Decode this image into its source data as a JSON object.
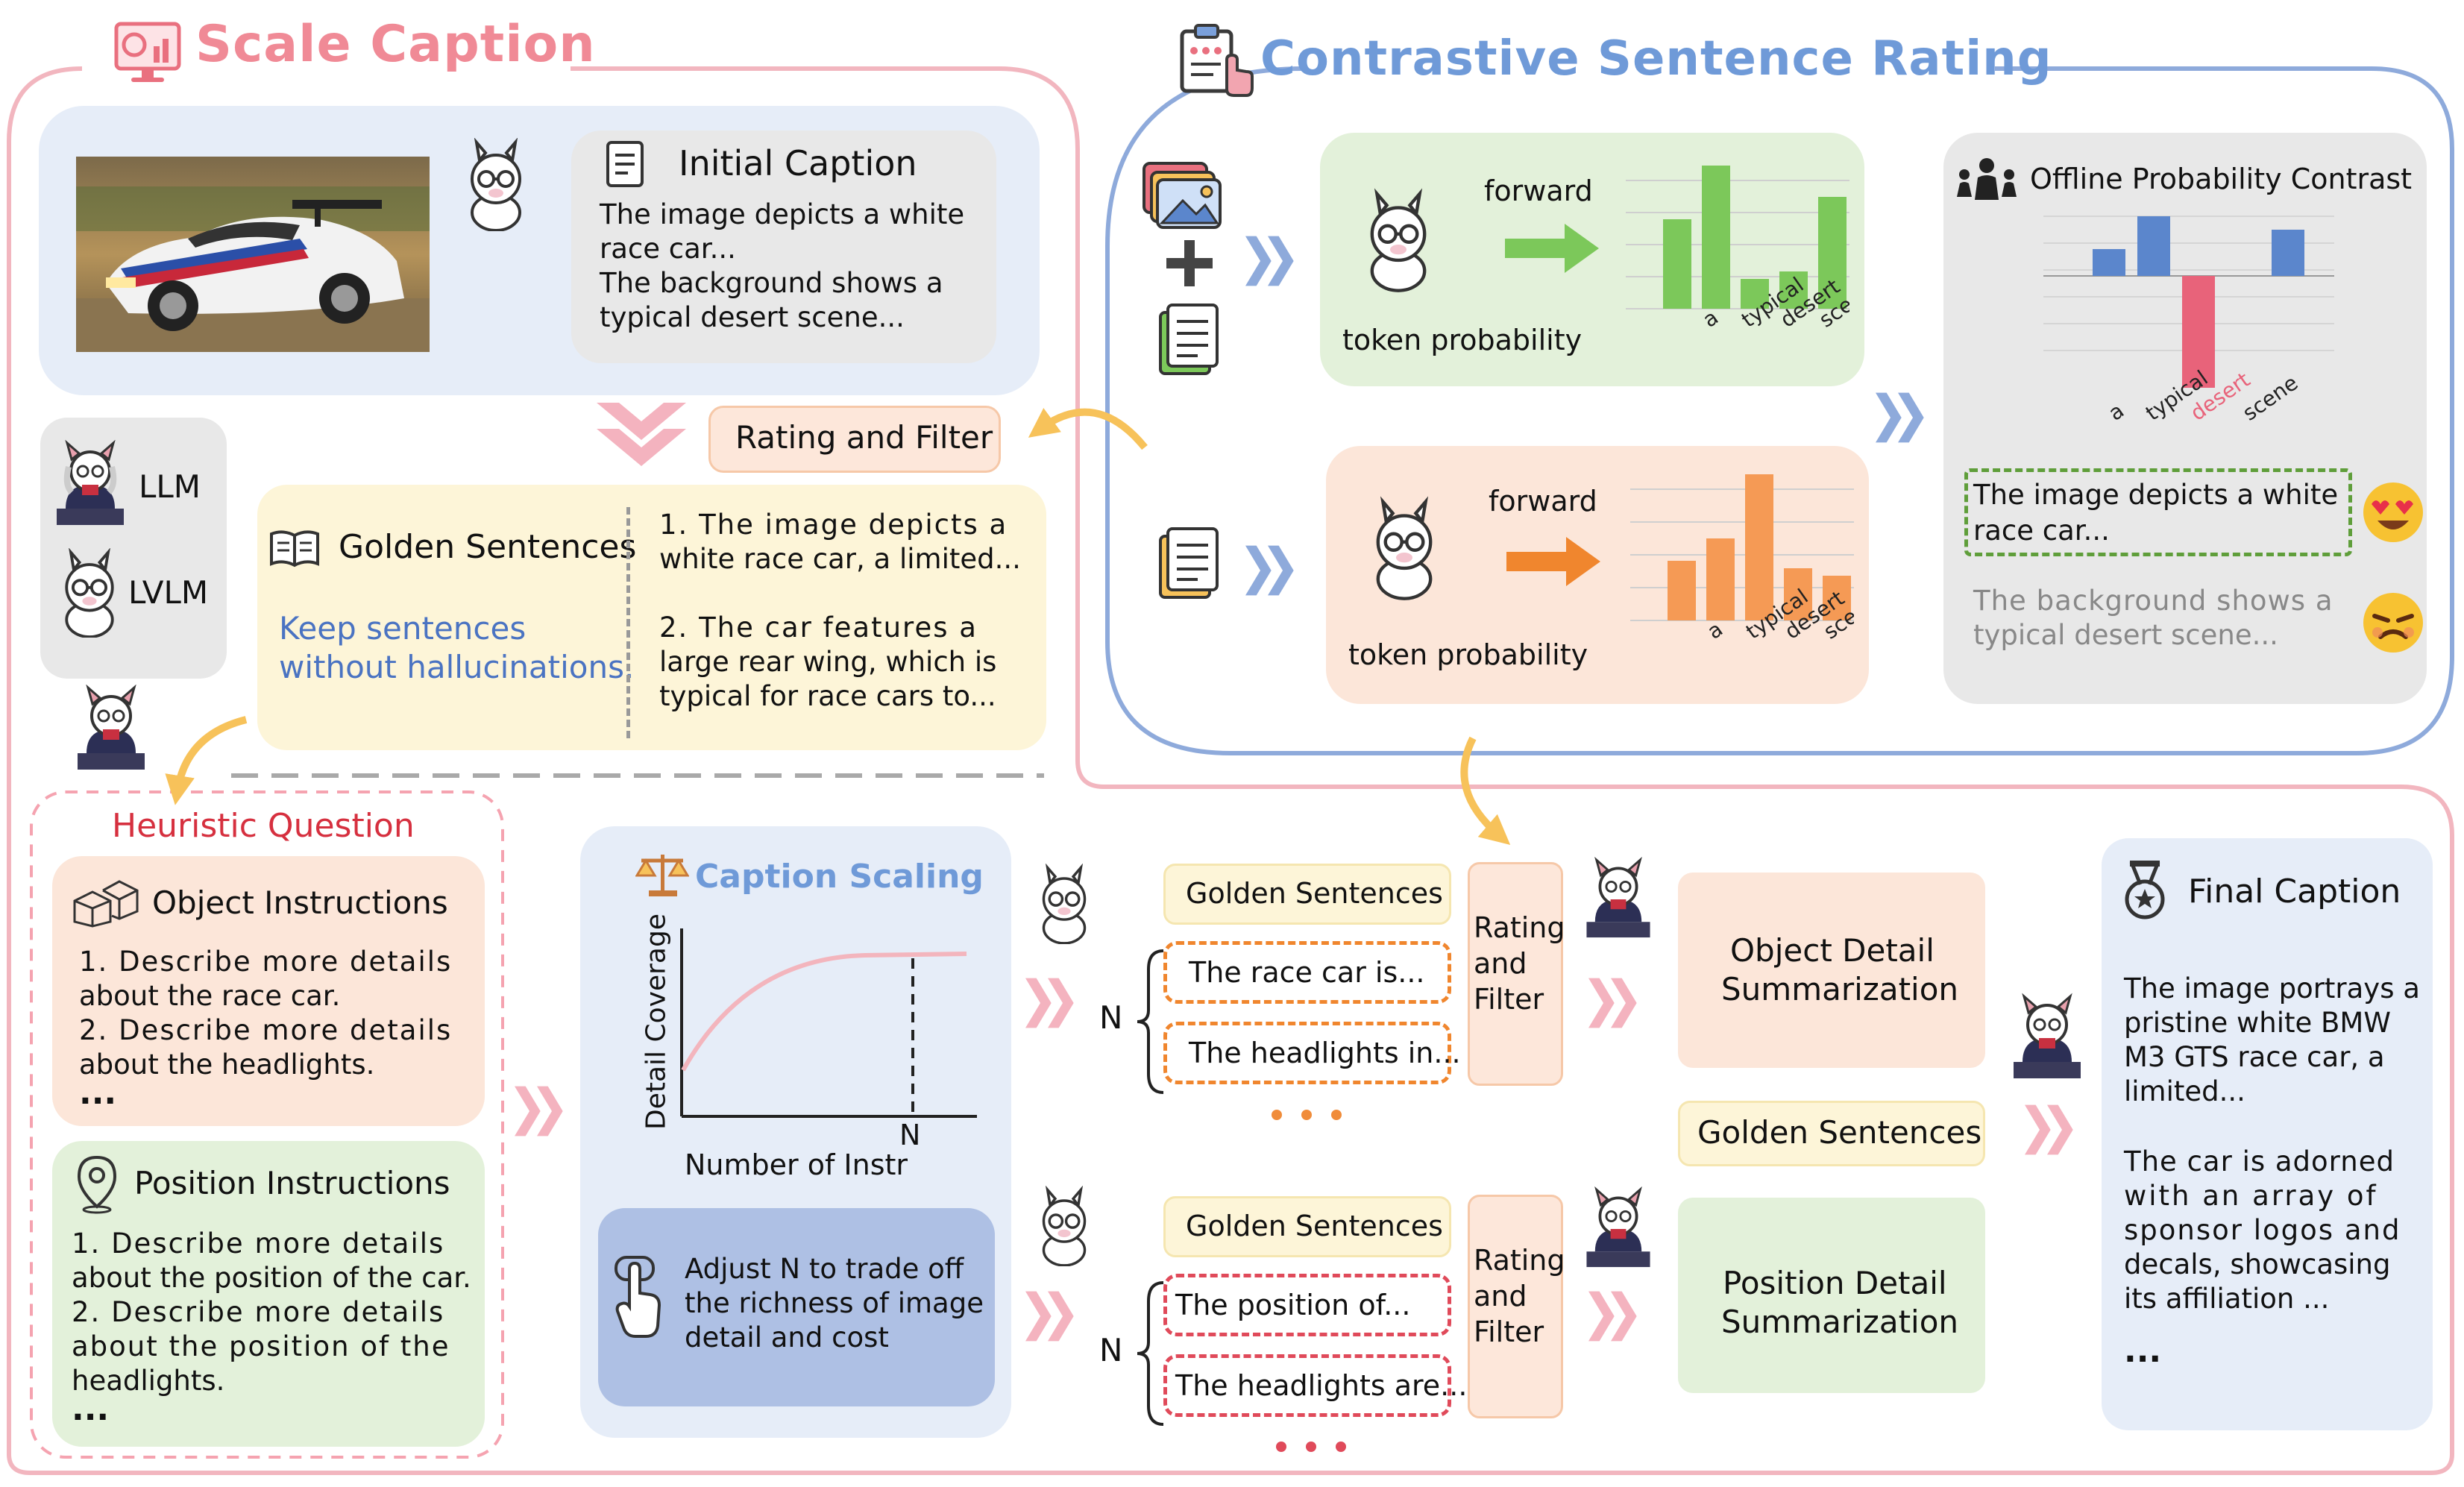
{
  "colors": {
    "pink_frame": "#f2b6bf",
    "blue_frame": "#8eaadb",
    "pink_title": "#f08a96",
    "blue_title": "#6f9ad8",
    "green_bar": "#7cc85a",
    "orange_bar": "#f59a55",
    "chart_blue": "#5b86cc",
    "chart_red": "#e8637a",
    "accent_blue": "#4a73c2",
    "heuristic_red": "#d6303f"
  },
  "scale_caption": {
    "title": "Scale Caption",
    "initial_caption": {
      "title": "Initial Caption",
      "line1": "The image depicts a white",
      "line2": "race car...",
      "line3": "The background shows a",
      "line4": "typical desert scene..."
    },
    "rating_filter": "Rating and Filter",
    "legend": {
      "llm": "LLM",
      "lvlm": "LVLM"
    },
    "golden": {
      "title": "Golden Sentences",
      "keep1": "Keep sentences",
      "keep2": "without hallucinations.",
      "s1a": "1. The image depicts a",
      "s1b": "white race car, a limited...",
      "s2a": "2. The car features a",
      "s2b": "large rear wing, which is",
      "s2c": "typical for race cars to..."
    }
  },
  "contrastive": {
    "title": "Contrastive Sentence Rating",
    "forward": "forward",
    "token_probability": "token probability",
    "tokens": [
      "a",
      "typical",
      "desert",
      "scene"
    ],
    "offline_title": "Offline Probability Contrast",
    "good_sentence_1": "The image depicts a white",
    "good_sentence_2": "race car...",
    "bad_sentence_1": "The background shows a",
    "bad_sentence_2": "typical desert scene..."
  },
  "heuristic": {
    "title": "Heuristic Question",
    "object": {
      "title": "Object Instructions",
      "l1": "1. Describe more details",
      "l2": "about the race car.",
      "l3": "2. Describe more details",
      "l4": "about the headlights.",
      "more": "..."
    },
    "position": {
      "title": "Position Instructions",
      "l1": "1. Describe more details",
      "l2": "about the position of the car.",
      "l3": "2. Describe more details",
      "l4": "about the position of the",
      "l5": "headlights.",
      "more": "..."
    }
  },
  "caption_scaling": {
    "title": "Caption Scaling",
    "ylabel": "Detail Coverage",
    "xlabel": "Number of Instr",
    "n": "N",
    "adjust1": "Adjust N to trade off",
    "adjust2": "the richness of image",
    "adjust3": "detail and cost"
  },
  "pipeline": {
    "golden": "Golden Sentences",
    "n": "N",
    "obj_s1": "The race car is...",
    "obj_s2": "The headlights in...",
    "pos_s1": "The position of...",
    "pos_s2": "The headlights are...",
    "rating1": "Rating",
    "rating2": "and",
    "rating3": "Filter",
    "obj_summary1": "Object Detail",
    "obj_summary2": "Summarization",
    "pos_summary1": "Position Detail",
    "pos_summary2": "Summarization",
    "golden_mid": "Golden Sentences"
  },
  "final": {
    "title": "Final Caption",
    "l1": "The image portrays a",
    "l2": "pristine white BMW",
    "l3": "M3 GTS race car, a",
    "l4": "limited...",
    "l5": "The car is adorned",
    "l6": "with an array of",
    "l7": "sponsor logos and",
    "l8": "decals, showcasing",
    "l9": "its affiliation ...",
    "more": "..."
  },
  "icons": {
    "monitor": "monitor-chart-icon",
    "clipboard": "clipboard-rating-icon",
    "llama": "llama-icon",
    "judge": "judge-llama-icon",
    "document": "document-icon",
    "image": "image-stack-icon",
    "book": "book-icon",
    "cube": "cube-icon",
    "pin": "location-pin-icon",
    "scale": "balance-scale-icon",
    "hand": "pointer-hand-icon",
    "medal": "medal-icon",
    "people": "presenter-icon",
    "heart_eyes": "heart-eyes-emoji-icon",
    "angry": "angry-emoji-icon"
  }
}
